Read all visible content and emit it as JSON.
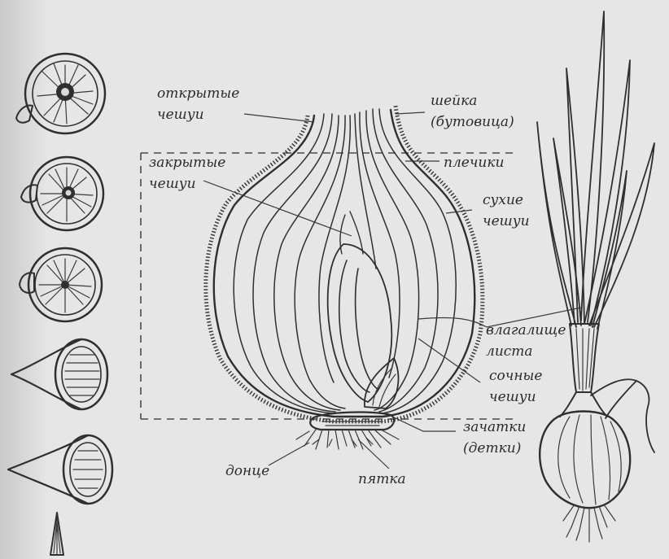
{
  "labels": {
    "open_scales": [
      "открытые",
      "чешуи"
    ],
    "neck": [
      "шейка",
      "(бутовица)"
    ],
    "closed_scales": [
      "закрытые",
      "чешуи"
    ],
    "shoulders": [
      "плечики"
    ],
    "dry_scales": [
      "сухие",
      "чешуи"
    ],
    "leaf_sheath": [
      "влагалище",
      "листа"
    ],
    "fleshy_scales": [
      "сочные",
      "чешуи"
    ],
    "buds": [
      "зачатки",
      "(детки)"
    ],
    "base_plate": [
      "донце"
    ],
    "heel": [
      "пятка"
    ]
  },
  "colors": {
    "ink": "#2f2f2f",
    "paper": "#e6e6e6"
  }
}
